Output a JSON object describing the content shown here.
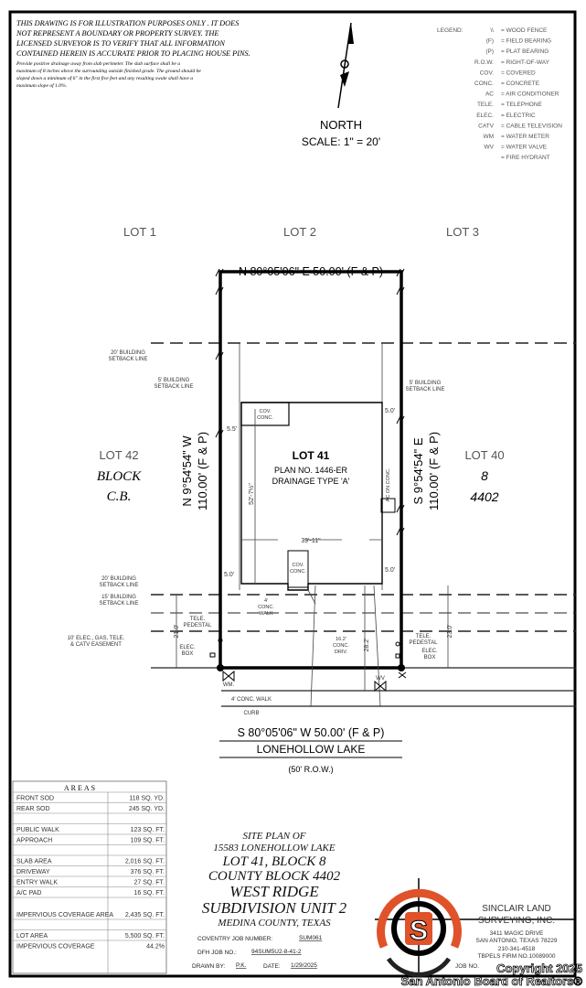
{
  "disclaimer": {
    "lines": [
      "THIS DRAWING IS FOR ILLUSTRATION PURPOSES ONLY . IT DOES",
      "NOT REPRESENT A BOUNDARY OR PROPERTY SURVEY. THE",
      "LICENSED SURVEYOR IS TO VERIFY THAT ALL INFORMATION",
      "CONTAINED HEREIN IS ACCURATE PRIOR TO PLACING HOUSE PINS."
    ],
    "drainage": [
      "Provide positive drainage away from slab perimeter. The slab surface shall be a",
      "maximum of 8 inches above the surrounding outside finished grade. The ground should be",
      "sloped down a minimum of 6\" in the first five feet and any resulting swale shall have a",
      "maximum slope of 1.0%."
    ]
  },
  "north": {
    "label": "NORTH",
    "scale": "SCALE: 1\" = 20'"
  },
  "legend": {
    "title": "LEGEND:",
    "items": [
      {
        "sym": "\\\\",
        "desc": "= WOOD FENCE"
      },
      {
        "sym": "(F)",
        "desc": "= FIELD BEARING"
      },
      {
        "sym": "(P)",
        "desc": "= PLAT BEARING"
      },
      {
        "sym": "R.O.W.",
        "desc": "= RIGHT-OF-WAY"
      },
      {
        "sym": "COV.",
        "desc": "= COVERED"
      },
      {
        "sym": "CONC.",
        "desc": "= CONCRETE"
      },
      {
        "sym": "AC",
        "desc": "= AIR CONDITIONER"
      },
      {
        "sym": "TELE.",
        "desc": "= TELEPHONE"
      },
      {
        "sym": "ELEC.",
        "desc": "= ELECTRIC"
      },
      {
        "sym": "CATV",
        "desc": "= CABLE TELEVISION"
      },
      {
        "sym": "WM",
        "desc": "= WATER METER"
      },
      {
        "sym": "WV",
        "desc": "= WATER VALVE"
      },
      {
        "sym": "",
        "desc": "= FIRE HYDRANT"
      }
    ]
  },
  "plan": {
    "lot1": "LOT 1",
    "lot2": "LOT 2",
    "lot3": "LOT 3",
    "north_bearing": "N 80°05'06\" E 50.00' (F & P)",
    "west_bearing": "N 9°54'54\" W",
    "west_dist": "110.00' (F & P)",
    "east_bearing": "S 9°54'54\" E",
    "east_dist": "110.00' (F & P)",
    "lot42": "LOT 42",
    "block_left": "BLOCK",
    "cb": "C.B.",
    "lot40": "LOT 40",
    "block_right": "8",
    "cb_right": "4402",
    "lot41": "LOT 41",
    "plan_no": "PLAN NO. 1446-ER",
    "drainage_type": "DRAINAGE TYPE 'A'",
    "setback20_top": [
      "20' BUILDING",
      "SETBACK LINE"
    ],
    "setback5_left": [
      "5' BUILDING",
      "SETBACK LINE"
    ],
    "setback5_right": [
      "5' BUILDING",
      "SETBACK LINE"
    ],
    "cov_conc": [
      "COV.",
      "CONC."
    ],
    "cov_conc_front": [
      "COV.",
      "CONC."
    ],
    "ac_on_conc": "AC ON CONC.",
    "dim_5_5": "5.5'",
    "dim_5_0_tr": "5.0'",
    "dim_5_0_bl": "5.0'",
    "dim_5_0_br": "5.0'",
    "dim_depth": "52'-7½\"",
    "dim_width": "39'-11\"",
    "setback20_bottom": [
      "20' BUILDING",
      "SETBACK LINE"
    ],
    "setback15": [
      "15' BUILDING",
      "SETBACK LINE"
    ],
    "easement": [
      "10' ELEC., GAS, TELE.",
      "& CATV EASEMENT"
    ],
    "conc_walk": [
      "4'",
      "CONC.",
      "WALK"
    ],
    "dim_21": "21.0'",
    "dim_23": "23.0'",
    "dim_28": "28.2'",
    "tele_ped_left": [
      "TELE.",
      "PEDESTAL"
    ],
    "elec_box_left": [
      "ELEC.",
      "BOX"
    ],
    "tele_ped_right": [
      "TELE.",
      "PEDESTAL"
    ],
    "elec_box_right": [
      "ELEC.",
      "BOX"
    ],
    "drive": [
      "16.2'",
      "CONC.",
      "DRIV."
    ],
    "wm": "WM.",
    "wv": "WV",
    "sidewalk": "4' CONC. WALK",
    "curb": "CURB",
    "south_bearing": "S 80°05'06\" W 50.00' (F & P)",
    "street": "LONEHOLLOW LAKE",
    "row": "(50' R.O.W.)"
  },
  "areas": {
    "title": "AREAS",
    "rows": [
      {
        "label": "FRONT SOD",
        "value": "118 SQ. YD."
      },
      {
        "label": "REAR SOD",
        "value": "245 SQ. YD."
      },
      {
        "label": "",
        "value": ""
      },
      {
        "label": "PUBLIC WALK",
        "value": "123 SQ. FT."
      },
      {
        "label": "APPROACH",
        "value": "109 SQ. FT."
      },
      {
        "label": "",
        "value": ""
      },
      {
        "label": "SLAB AREA",
        "value": "2,016 SQ. FT."
      },
      {
        "label": "DRIVEWAY",
        "value": "376 SQ. FT."
      },
      {
        "label": "ENTRY WALK",
        "value": "27 SQ. FT."
      },
      {
        "label": "A/C PAD",
        "value": "16 SQ. FT."
      },
      {
        "label": "IMPERVIOUS COVERAGE AREA",
        "value": "2,435 SQ. FT."
      },
      {
        "label": "",
        "value": ""
      },
      {
        "label": "LOT AREA",
        "value": "5,500 SQ. FT."
      },
      {
        "label": "IMPERVIOUS COVERAGE",
        "value": "44.2%"
      }
    ]
  },
  "title_block": {
    "l1": "SITE PLAN OF",
    "l2": "15583 LONEHOLLOW LAKE",
    "l3": "LOT 41, BLOCK 8",
    "l4": "COUNTY BLOCK 4402",
    "l5": "WEST RIDGE",
    "l6": "SUBDIVISION UNIT 2",
    "l7": "MEDINA COUNTY, TEXAS",
    "job_label": "COVENTRY JOB NUMBER:",
    "job_value": "SUM061",
    "dfh_label": "DFH JOB NO.:",
    "dfh_value": "94SUM5U2-8-41-2",
    "drawn_label": "DRAWN BY:",
    "drawn_value": "P.K.",
    "date_label": "DATE:",
    "date_value": "1/29/2025"
  },
  "company": {
    "name1": "SINCLAIR LAND",
    "name2": "SURVEYING, INC.",
    "addr1": "3411 MAGIC DRIVE",
    "addr2": "SAN ANTONIO, TEXAS 78229",
    "phone": "210-341-4518",
    "firm": "TBPELS FIRM NO.10089000",
    "job": "JOB NO.",
    "logo_letter": "S",
    "logo_color": "#e0522a"
  },
  "watermark": {
    "l1": "Copyright 2025",
    "l2": "San Antonio Board of Realtors®"
  }
}
